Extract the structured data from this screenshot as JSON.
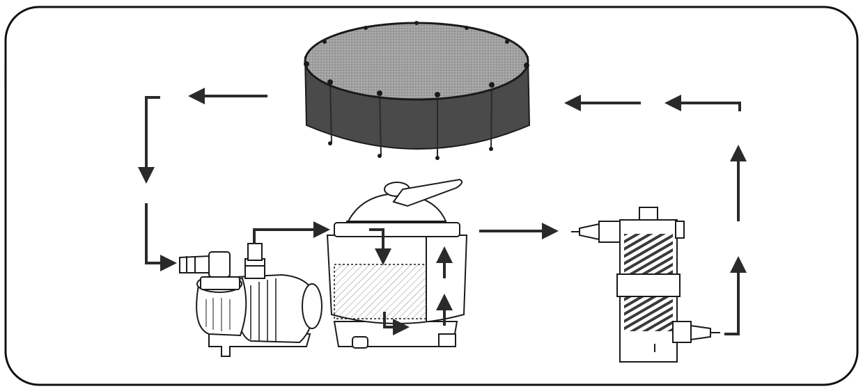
{
  "diagram": {
    "components": [
      {
        "id": "pool",
        "label": ""
      },
      {
        "id": "pump",
        "label": ""
      },
      {
        "id": "sand-filter",
        "label": ""
      },
      {
        "id": "chlorinator",
        "label": ""
      }
    ],
    "flow": [
      "pool",
      "pump",
      "sand-filter",
      "chlorinator",
      "pool"
    ],
    "colors": {
      "frame": "#111111",
      "arrow": "#2a2a2a",
      "pool_wall": "#4a4a4a",
      "pool_water": "#9a9a9a",
      "line_art": "#1a1a1a"
    }
  }
}
